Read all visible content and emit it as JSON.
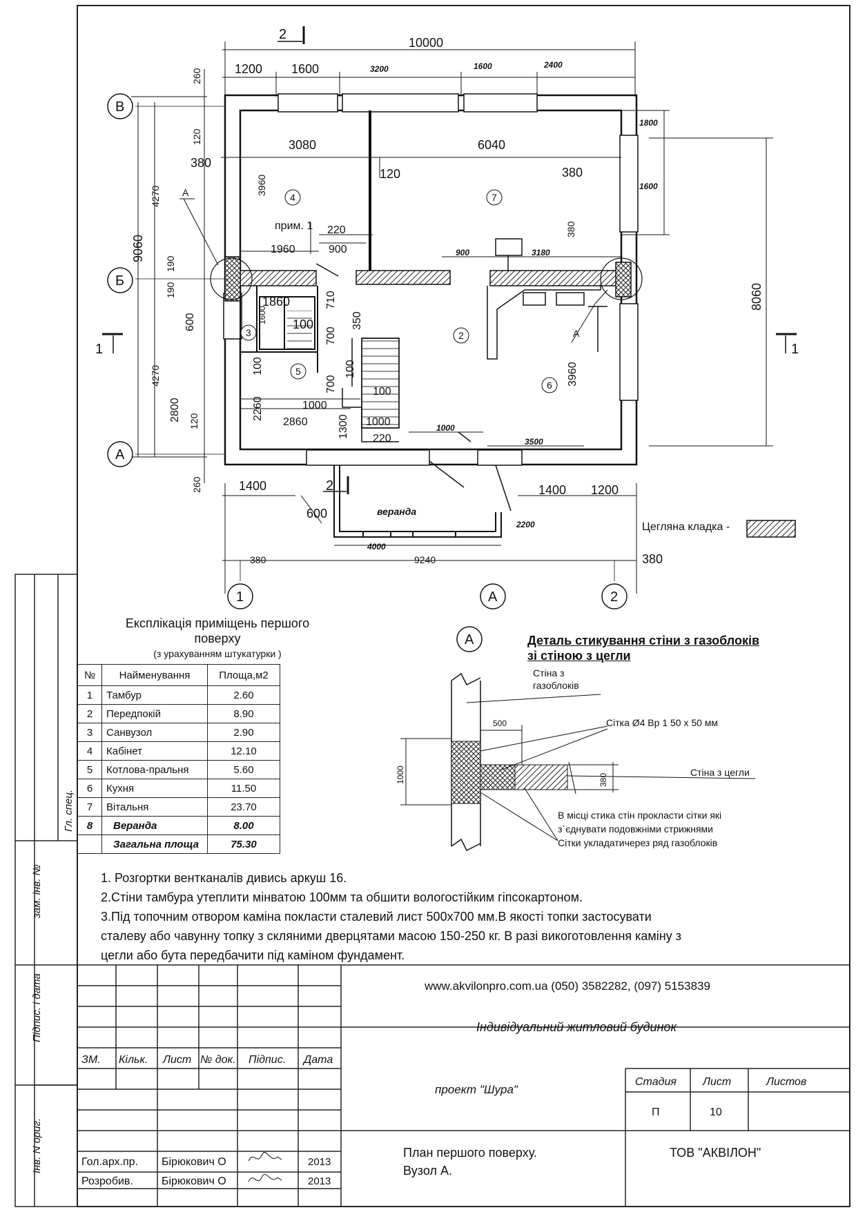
{
  "plan": {
    "dims_top": [
      "10000",
      "1200",
      "1600",
      "3200",
      "1600",
      "2400"
    ],
    "dims_inner": [
      "260",
      "120",
      "3080",
      "6040",
      "380",
      "120",
      "380",
      "1800",
      "1600",
      "3960",
      "380"
    ],
    "dims_left": [
      "9060",
      "4270",
      "4270",
      "190",
      "190",
      "600",
      "2800",
      "120",
      "260"
    ],
    "dims_right": [
      "8060"
    ],
    "dims_mid": [
      "прим. 1",
      "220",
      "900",
      "1960",
      "1860",
      "100",
      "710",
      "1600",
      "350",
      "700",
      "3180",
      "900",
      "100",
      "2260",
      "1000",
      "2860",
      "700",
      "100",
      "100",
      "1300",
      "1000",
      "220",
      "1000",
      "3960",
      "3500"
    ],
    "dims_bottom": [
      "1400",
      "600",
      "4000",
      "2200",
      "1400",
      "1200",
      "380",
      "9240",
      "380"
    ],
    "veranda_label": "веранда",
    "axes": [
      "В",
      "Б",
      "А",
      "1",
      "А",
      "2"
    ],
    "section_marks": [
      "2",
      "2",
      "1",
      "1"
    ],
    "room_numbers": [
      "4",
      "7",
      "2",
      "3",
      "5",
      "6"
    ],
    "callouts": [
      "А",
      "А"
    ],
    "legend_label": "Цегляна кладка -"
  },
  "explication": {
    "title": "Експлікація приміщень першого поверху",
    "subtitle": "(з урахуванням штукатурки )",
    "headers": [
      "№",
      "Найменування",
      "Площа,м2"
    ],
    "rows": [
      [
        "1",
        "Тамбур",
        "2.60"
      ],
      [
        "2",
        "Передпокій",
        "8.90"
      ],
      [
        "3",
        "Санвузол",
        "2.90"
      ],
      [
        "4",
        "Кабінет",
        "12.10"
      ],
      [
        "5",
        "Котлова-пральня",
        "5.60"
      ],
      [
        "6",
        "Кухня",
        "11.50"
      ],
      [
        "7",
        "Вітальня",
        "23.70"
      ]
    ],
    "veranda": [
      "8",
      "Веранда",
      "8.00"
    ],
    "total": [
      "Загальна площа",
      "75.30"
    ]
  },
  "detail": {
    "marker": "А",
    "title_line1": "Деталь стикування стіни з газоблоків",
    "title_line2": "зі стіною з цегли",
    "label_wall_gas_1": "Стіна з",
    "label_wall_gas_2": "газоблоків",
    "dim_500": "500",
    "mesh": "Сітка Ø4 Вр 1 50 х 50 мм",
    "wall_brick": "Стіна з цегли",
    "dim_1000": "1000",
    "dim_380": "380",
    "note1": "В місці стика стін прокласти сітки які",
    "note2": "з`єднувати подовжніми стрижнями",
    "note3": "Сітки укладатичерез ряд газоблоків"
  },
  "notes": [
    "1. Розгортки вентканалів дивись аркуш  16.",
    "2.Стіни тамбура утеплити мінватою 100мм та обшити вологостійким гіпсокартоном.",
    "3.Під топочним отвором каміна покласти сталевий лист 500х700 мм.В якості топки застосувати",
    "сталеву або чавунну топку з скляними дверцятами масою 150-250 кг. В разі викоготовлення каміну з",
    "цегли або бута передбачити під каміном фундамент."
  ],
  "side_labels": [
    "Гл. спец.",
    "зам. інв. №",
    "Підпис. і дата",
    "Інв. N ориг."
  ],
  "stamp": {
    "contacts": "www.akvilonpro.com.ua (050) 3582282, (097) 5153839",
    "project_name": "Індивідуальний житловий будинок",
    "col_headers": [
      "ЗМ.",
      "Кільк.",
      "Лист",
      "№ док.",
      "Підпис.",
      "Дата"
    ],
    "project": "проект \"Шура\"",
    "stage_h": "Стадия",
    "sheet_h": "Лист",
    "sheets_h": "Листов",
    "stage": "П",
    "sheet": "10",
    "title1": "План  першого поверху.",
    "title2": "Вузол  А.",
    "org": "ТОВ \"АКВІЛОН\"",
    "role1": "Гол.арх.пр.",
    "name1": "Бірюкович О",
    "date1": "2013",
    "role2": "Розробив.",
    "name2": "Бірюкович О",
    "date2": "2013"
  }
}
